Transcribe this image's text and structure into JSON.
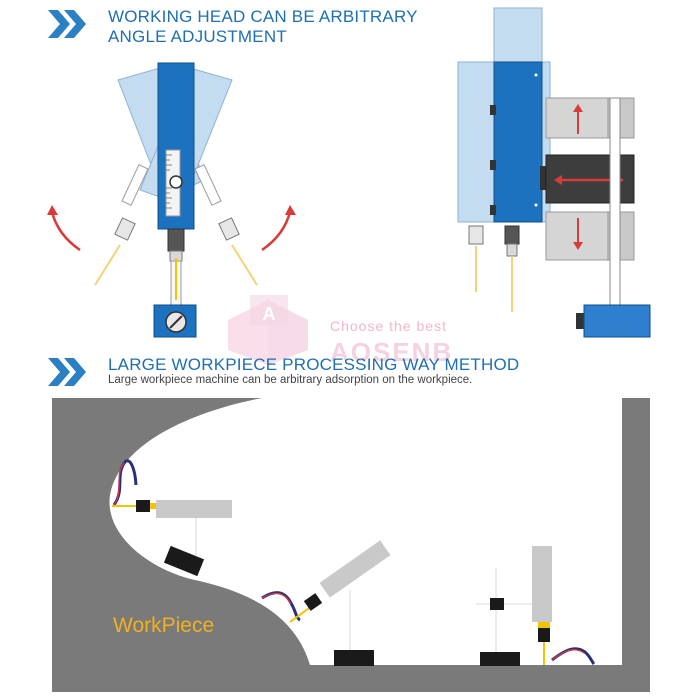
{
  "section1": {
    "title_line1": "WORKING HEAD CAN BE ARBITRARY",
    "title_line2": "ANGLE ADJUSTMENT",
    "icon": "double-chevron-right-icon"
  },
  "section2": {
    "title": "LARGE WORKPIECE PROCESSING WAY METHOD",
    "subtitle": "Large workpiece machine can be arbitrary adsorption on the workpiece.",
    "icon": "double-chevron-right-icon"
  },
  "watermark": {
    "tagline": "Choose the best",
    "brand": "AOSENB",
    "logo_letter": "A"
  },
  "workpiece_label": "WorkPiece",
  "colors": {
    "accent_blue": "#1f6fb2",
    "head_blue": "#1d72c0",
    "light_blue": "#b8d6ee",
    "workpiece_gray": "#7a7a7a",
    "arrow_red": "#d93b3b",
    "beam_yellow": "#f5c400",
    "label_yellow": "#f2b01e",
    "cable_navy": "#2b2f7a"
  }
}
